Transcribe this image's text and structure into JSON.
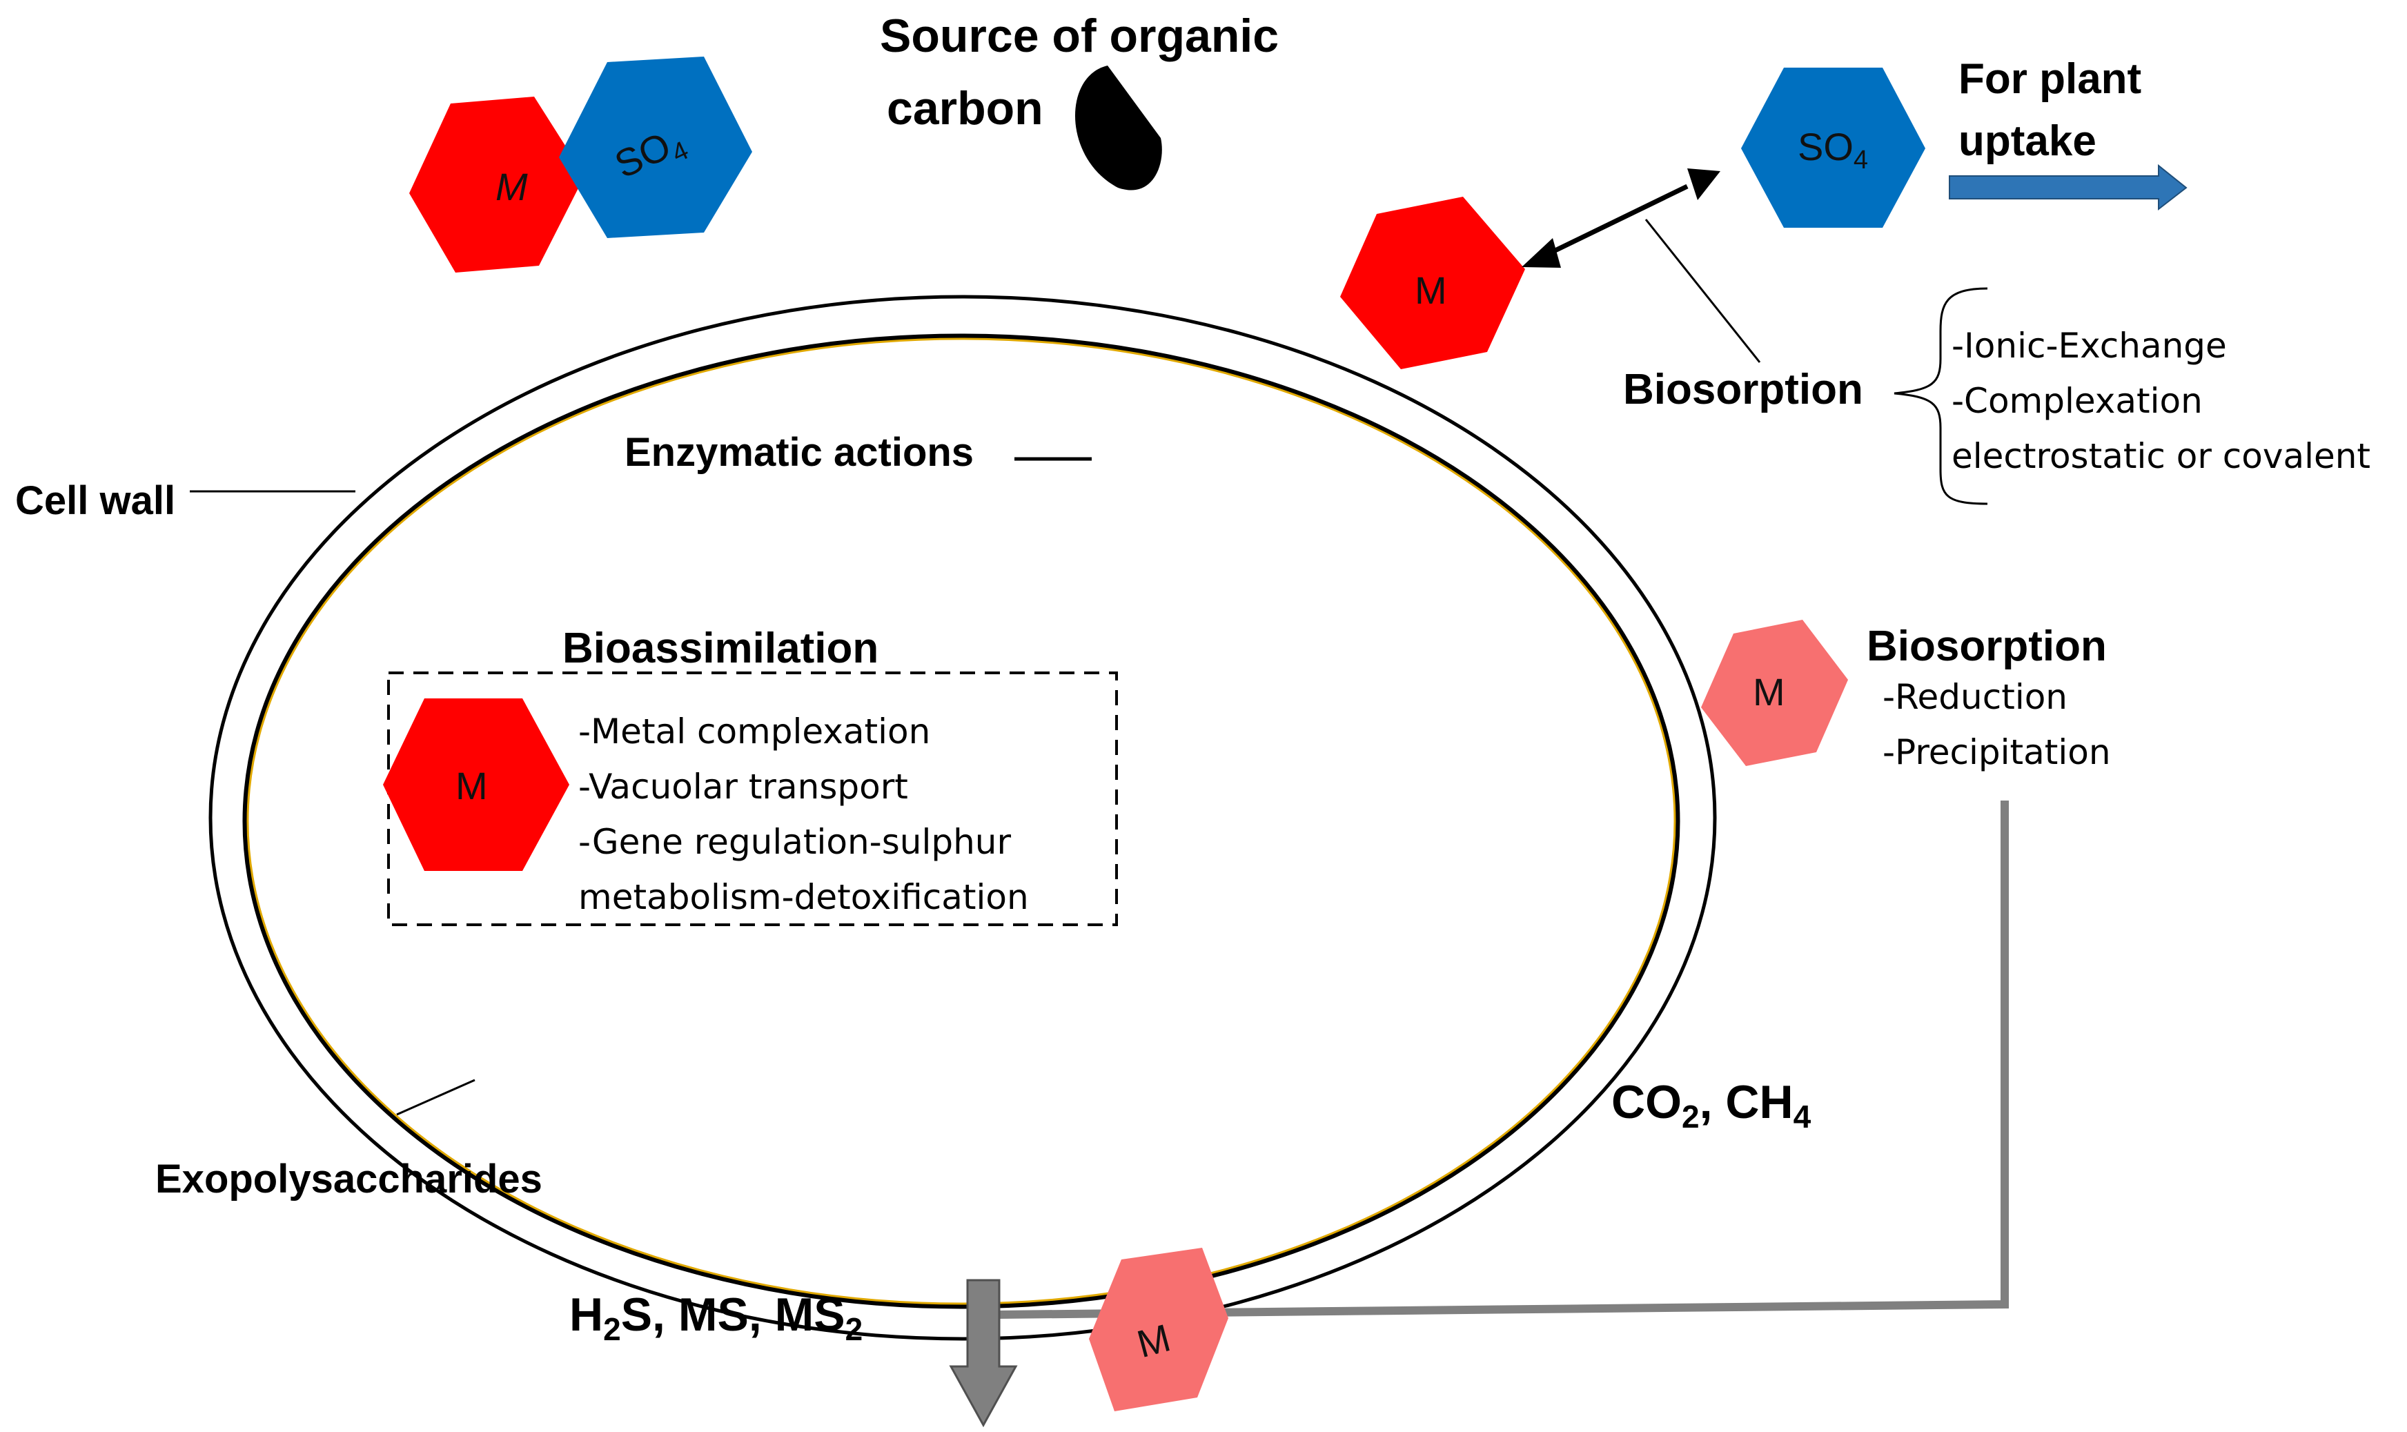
{
  "labels": {
    "source_line1": "Source of organic",
    "source_line2": "carbon",
    "plant_line1": "For plant",
    "plant_line2": "uptake",
    "biosorption_top": "Biosorption",
    "biosorption_right": "Biosorption",
    "enzymatic": "Enzymatic actions",
    "cell_wall": "Cell wall",
    "bioassimilation": "Bioassimilation",
    "exopolysaccharides": "Exopolysaccharides",
    "gases_co2": "CO",
    "gases_co2_sub": "2",
    "gases_ch4": ", CH",
    "gases_ch4_sub": "4",
    "sulfide_h": "H",
    "sulfide_h_sub": "2",
    "sulfide_mid": "S, MS, MS",
    "sulfide_ms_sub": "2"
  },
  "biosorption_list": [
    "-Ionic-Exchange",
    "-Complexation",
    "electrostatic or covalent"
  ],
  "biosorption_right_list": [
    "-Reduction",
    "-Precipitation"
  ],
  "bioassimilation_list": [
    "-Metal complexation",
    "-Vacuolar transport",
    "-Gene regulation-sulphur",
    "metabolism-detoxification"
  ],
  "hexagons": {
    "metal_label": "M",
    "sulfate_label": "SO",
    "sulfate_sub": "4"
  },
  "colors": {
    "metal": "#ff0000",
    "metal_light": "#f77070",
    "sulfate": "#0070c0",
    "arrow_blue": "#2e75b6",
    "gray": "#808080",
    "membrane": "#e0a800"
  }
}
